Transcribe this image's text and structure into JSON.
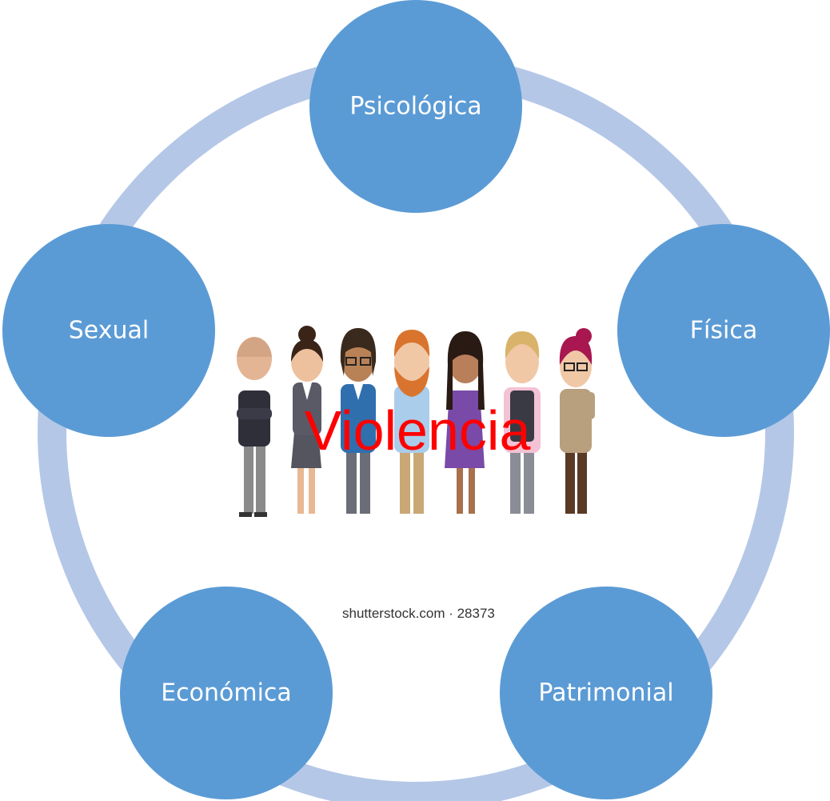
{
  "center": {
    "label": "Violencia"
  },
  "nodes": [
    {
      "id": "psicologica",
      "label": "Psicológica"
    },
    {
      "id": "fisica",
      "label": "Física"
    },
    {
      "id": "patrimonial",
      "label": "Patrimonial"
    },
    {
      "id": "economica",
      "label": "Económica"
    },
    {
      "id": "sexual",
      "label": "Sexual"
    }
  ],
  "image": {
    "watermark": "shutterstock.com · 28373"
  },
  "colors": {
    "node_fill": "#5b9bd5",
    "ring": "#b4c7e7",
    "center_text": "#ff0000"
  }
}
